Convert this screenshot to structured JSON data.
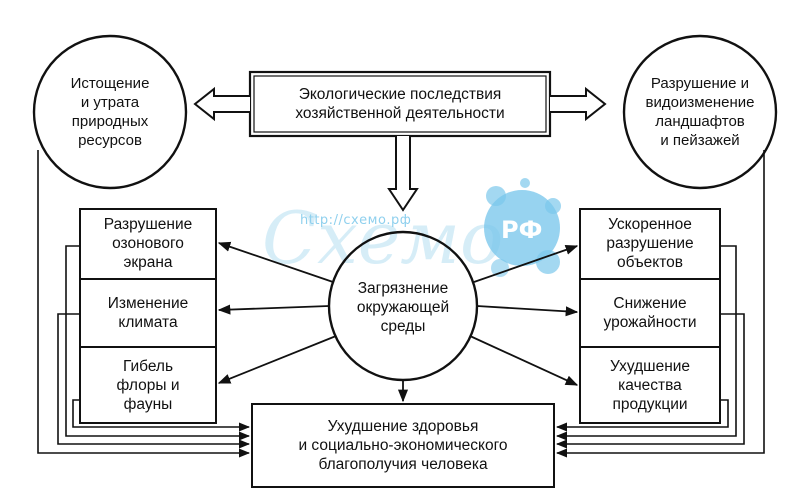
{
  "diagram": {
    "top": "Экологические последствия\nхозяйственной деятельности",
    "left_circle": "Истощение\nи утрата\nприродных\nресурсов",
    "right_circle": "Разрушение и\nвидоизменение\nландшафтов\nи пейзажей",
    "center": "Загрязнение\nокружающей\nсреды",
    "left_boxes": [
      "Разрушение\nозонового\nэкрана",
      "Изменение\nклимата",
      "Гибель\nфлоры и\nфауны"
    ],
    "right_boxes": [
      "Ускоренное\nразрушение\nобъектов",
      "Снижение\nурожайности",
      "Ухудшение\nкачества\nпродукции"
    ],
    "bottom": "Ухудшение здоровья\nи социально-экономического\nблагополучия человека"
  },
  "watermark": {
    "url": "http://схемо.рф",
    "logo": "Схемо",
    "badge": "РФ",
    "color": "#7cc6ea"
  }
}
